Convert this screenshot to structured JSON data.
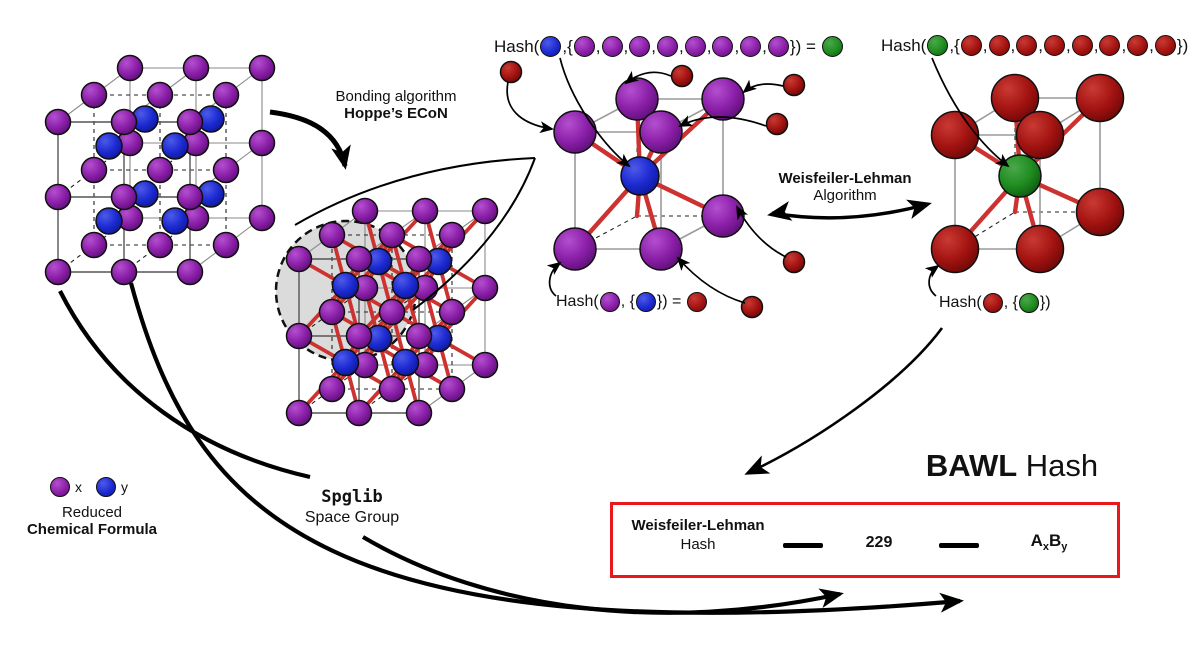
{
  "palette": {
    "atoms": {
      "purple": {
        "light": "#b44fd0",
        "main": "#8b1fa8",
        "dark": "#570d70"
      },
      "blue": {
        "light": "#4d5ae8",
        "main": "#1c2ad2",
        "dark": "#0d1690"
      },
      "red": {
        "light": "#c93a34",
        "main": "#a31311",
        "dark": "#670706"
      },
      "green": {
        "light": "#4aa84a",
        "main": "#1f8c1f",
        "dark": "#0c540f"
      }
    },
    "bond_red": "#cc3230",
    "box_red": "#e8181c",
    "circle_fill": "#d9d9d9",
    "edge_gray": "#555555",
    "arrow_black": "#000000"
  },
  "labels": {
    "bonding_line1": "Bonding algorithm",
    "bonding_line2": "Hoppe’s ECoN",
    "wl_line1": "Weisfeiler-Lehman",
    "wl_line2": "Algorithm",
    "spglib_line1": "Spglib",
    "spglib_line2": "Space Group",
    "legend_x": "x",
    "legend_y": "y",
    "legend_line1": "Reduced",
    "legend_line2": "Chemical Formula",
    "bawl_bold": "BAWL",
    "bawl_rest": " Hash"
  },
  "result_box": {
    "line1": "Weisfeiler-Lehman",
    "line2": "Hash",
    "space_group_number": "229",
    "formula_a": "A",
    "formula_a_sub": "x",
    "formula_b": "B",
    "formula_b_sub": "y"
  },
  "formulas": {
    "x_env": {
      "tokens": [
        [
          "t",
          "Hash("
        ],
        [
          "d",
          "blue"
        ],
        [
          "t",
          ",{"
        ],
        [
          "d",
          "purple"
        ],
        [
          "t",
          ","
        ],
        [
          "d",
          "purple"
        ],
        [
          "t",
          ","
        ],
        [
          "d",
          "purple"
        ],
        [
          "t",
          ","
        ],
        [
          "d",
          "purple"
        ],
        [
          "t",
          ","
        ],
        [
          "d",
          "purple"
        ],
        [
          "t",
          ","
        ],
        [
          "d",
          "purple"
        ],
        [
          "t",
          ","
        ],
        [
          "d",
          "purple"
        ],
        [
          "t",
          ","
        ],
        [
          "d",
          "purple"
        ],
        [
          "t",
          "}) = "
        ],
        [
          "d",
          "green"
        ]
      ]
    },
    "y_env": {
      "tokens": [
        [
          "t",
          "Hash("
        ],
        [
          "d",
          "green"
        ],
        [
          "t",
          ",{"
        ],
        [
          "d",
          "red"
        ],
        [
          "t",
          ","
        ],
        [
          "d",
          "red"
        ],
        [
          "t",
          ","
        ],
        [
          "d",
          "red"
        ],
        [
          "t",
          ","
        ],
        [
          "d",
          "red"
        ],
        [
          "t",
          ","
        ],
        [
          "d",
          "red"
        ],
        [
          "t",
          ","
        ],
        [
          "d",
          "red"
        ],
        [
          "t",
          ","
        ],
        [
          "d",
          "red"
        ],
        [
          "t",
          ","
        ],
        [
          "d",
          "red"
        ],
        [
          "t",
          "})"
        ]
      ]
    },
    "x_node": {
      "tokens": [
        [
          "t",
          "Hash("
        ],
        [
          "d",
          "purple"
        ],
        [
          "t",
          ", {"
        ],
        [
          "d",
          "blue"
        ],
        [
          "t",
          "}) = "
        ],
        [
          "d",
          "red"
        ]
      ]
    },
    "y_node": {
      "tokens": [
        [
          "t",
          "Hash("
        ],
        [
          "d",
          "red"
        ],
        [
          "t",
          ", {"
        ],
        [
          "d",
          "green"
        ],
        [
          "t",
          "})"
        ]
      ]
    }
  }
}
